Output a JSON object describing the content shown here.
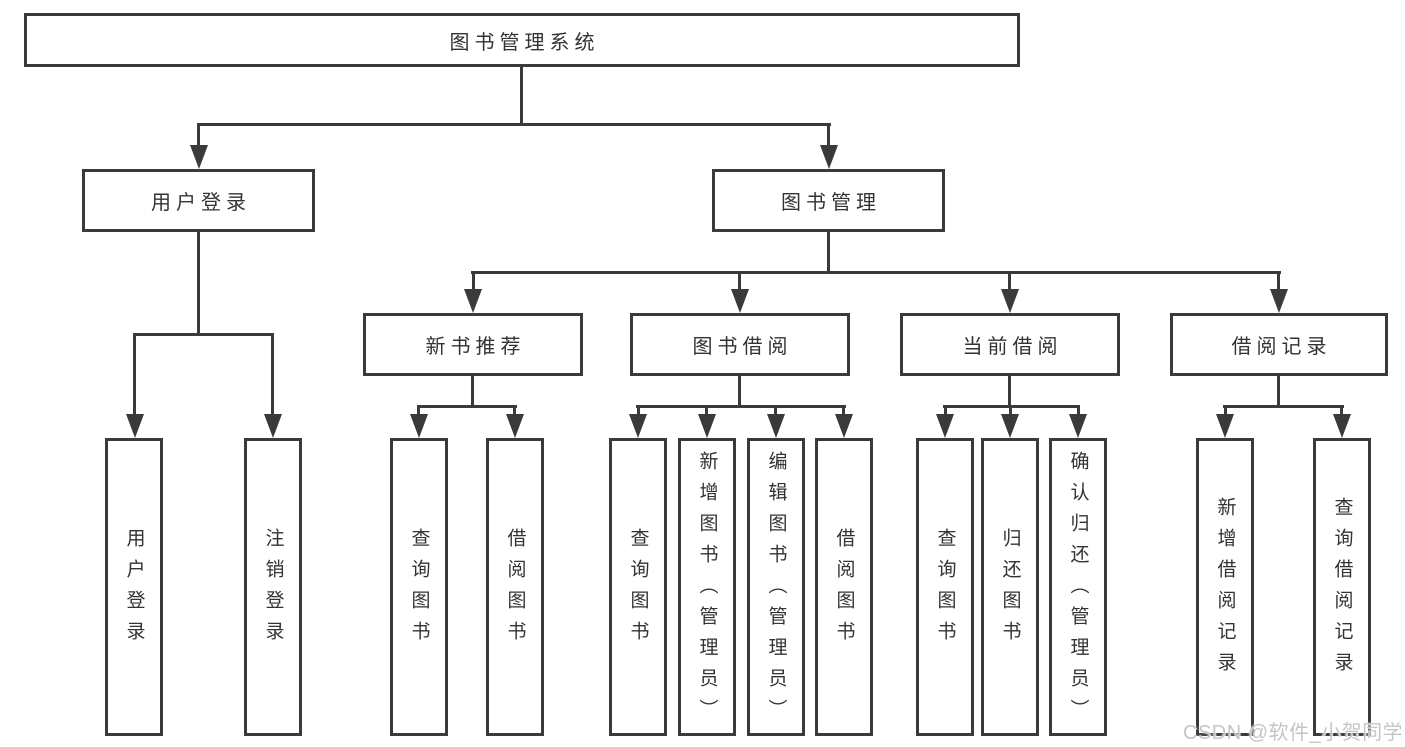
{
  "tree": {
    "root": {
      "label": "图书管理系统"
    },
    "children": [
      {
        "label": "用户登录",
        "children": [
          {
            "label": "用户登录"
          },
          {
            "label": "注销登录"
          }
        ]
      },
      {
        "label": "图书管理",
        "children": [
          {
            "label": "新书推荐",
            "children": [
              {
                "label": "查询图书"
              },
              {
                "label": "借阅图书"
              }
            ]
          },
          {
            "label": "图书借阅",
            "children": [
              {
                "label": "查询图书"
              },
              {
                "label": "新增图书（管理员）"
              },
              {
                "label": "编辑图书（管理员）"
              },
              {
                "label": "借阅图书"
              }
            ]
          },
          {
            "label": "当前借阅",
            "children": [
              {
                "label": "查询图书"
              },
              {
                "label": "归还图书"
              },
              {
                "label": "确认归还（管理员）"
              }
            ]
          },
          {
            "label": "借阅记录",
            "children": [
              {
                "label": "新增借阅记录"
              },
              {
                "label": "查询借阅记录"
              }
            ]
          }
        ]
      }
    ]
  },
  "watermark": {
    "text": "CSDN @软件_小贺同学"
  },
  "colors": {
    "line": "#3a3a3a",
    "text": "#333333",
    "background": "#ffffff",
    "watermark": "#c6c5c5"
  }
}
